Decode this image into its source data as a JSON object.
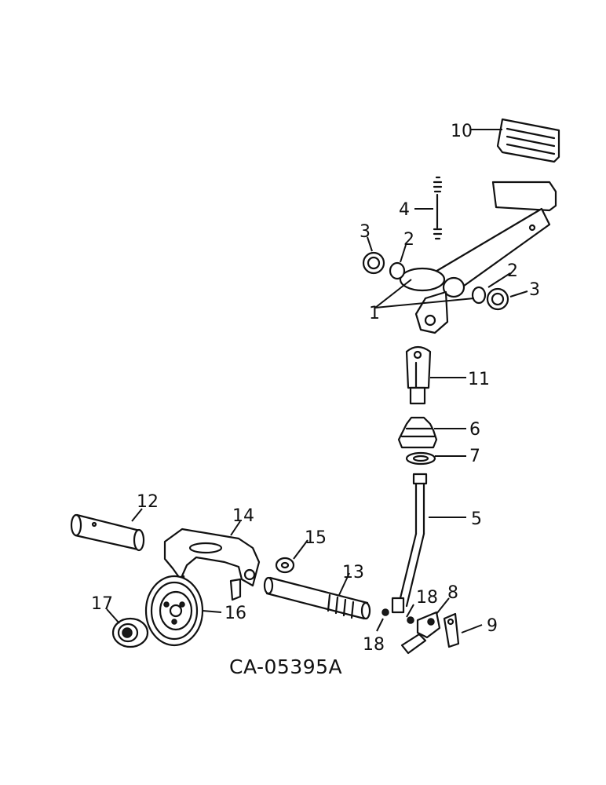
{
  "callouts": {
    "c1": "1",
    "c2a": "2",
    "c2b": "2",
    "c3a": "3",
    "c3b": "3",
    "c4": "4",
    "c5": "5",
    "c6": "6",
    "c7": "7",
    "c8": "8",
    "c9": "9",
    "c10": "10",
    "c11": "11",
    "c12": "12",
    "c13": "13",
    "c14": "14",
    "c15": "15",
    "c16": "16",
    "c17": "17",
    "c18a": "18",
    "c18b": "18"
  },
  "caption": "CA-05395A"
}
